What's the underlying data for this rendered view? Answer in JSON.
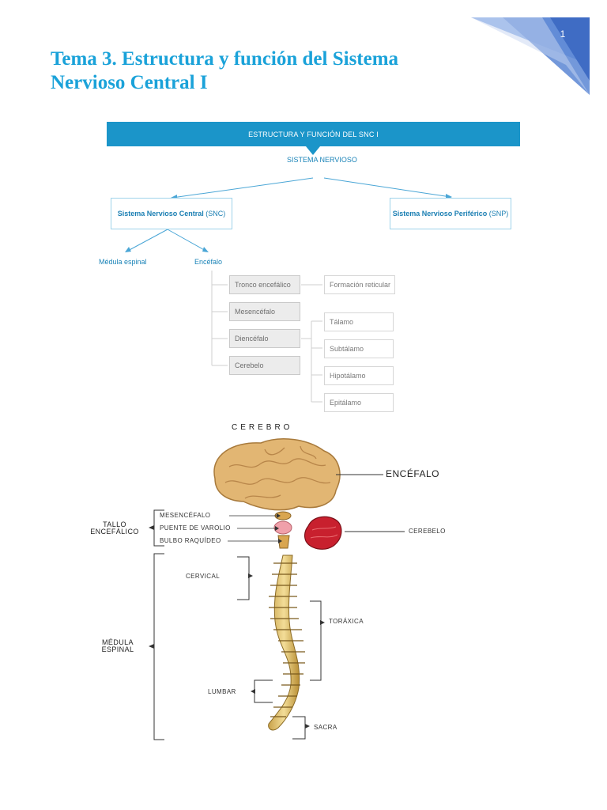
{
  "page": {
    "number": "1",
    "title": "Tema 3. Estructura y función del Sistema Nervioso Central I"
  },
  "theme": {
    "title_color": "#1aa2d9",
    "header_bar_color": "#1b95c9",
    "corner_color": "#4472c4"
  },
  "diagram": {
    "header": "ESTRUCTURA Y FUNCIÓN DEL SNC I",
    "root": "SISTEMA NERVIOSO",
    "central": {
      "name": "Sistema Nervioso Central",
      "abbr": "(SNC)"
    },
    "peripheral": {
      "name": "Sistema Nervioso Periférico",
      "abbr": "(SNP)"
    },
    "central_children": [
      "Médula espinal",
      "Encéfalo"
    ],
    "encephalon_parts": [
      "Tronco encefálico",
      "Mesencéfalo",
      "Diencéfalo",
      "Cerebelo"
    ],
    "brainstem_child": "Formación reticular",
    "diencephalon_parts": [
      "Tálamo",
      "Subtálamo",
      "Hipotálamo",
      "Epitálamo"
    ]
  },
  "illustration": {
    "title": "CEREBRO",
    "encefalo": "ENCÉFALO",
    "tallo": [
      "TALLO",
      "ENCEFÁLICO"
    ],
    "tallo_parts": [
      "MESENCÉFALO",
      "PUENTE DE VAROLIO",
      "BULBO RAQUÍDEO"
    ],
    "cerebelo": "CEREBELO",
    "medula": [
      "MÉDULA",
      "ESPINAL"
    ],
    "spine_regions": {
      "cervical": "CERVICAL",
      "toracica": "TORÁXICA",
      "lumbar": "LUMBAR",
      "sacra": "SACRA"
    }
  }
}
